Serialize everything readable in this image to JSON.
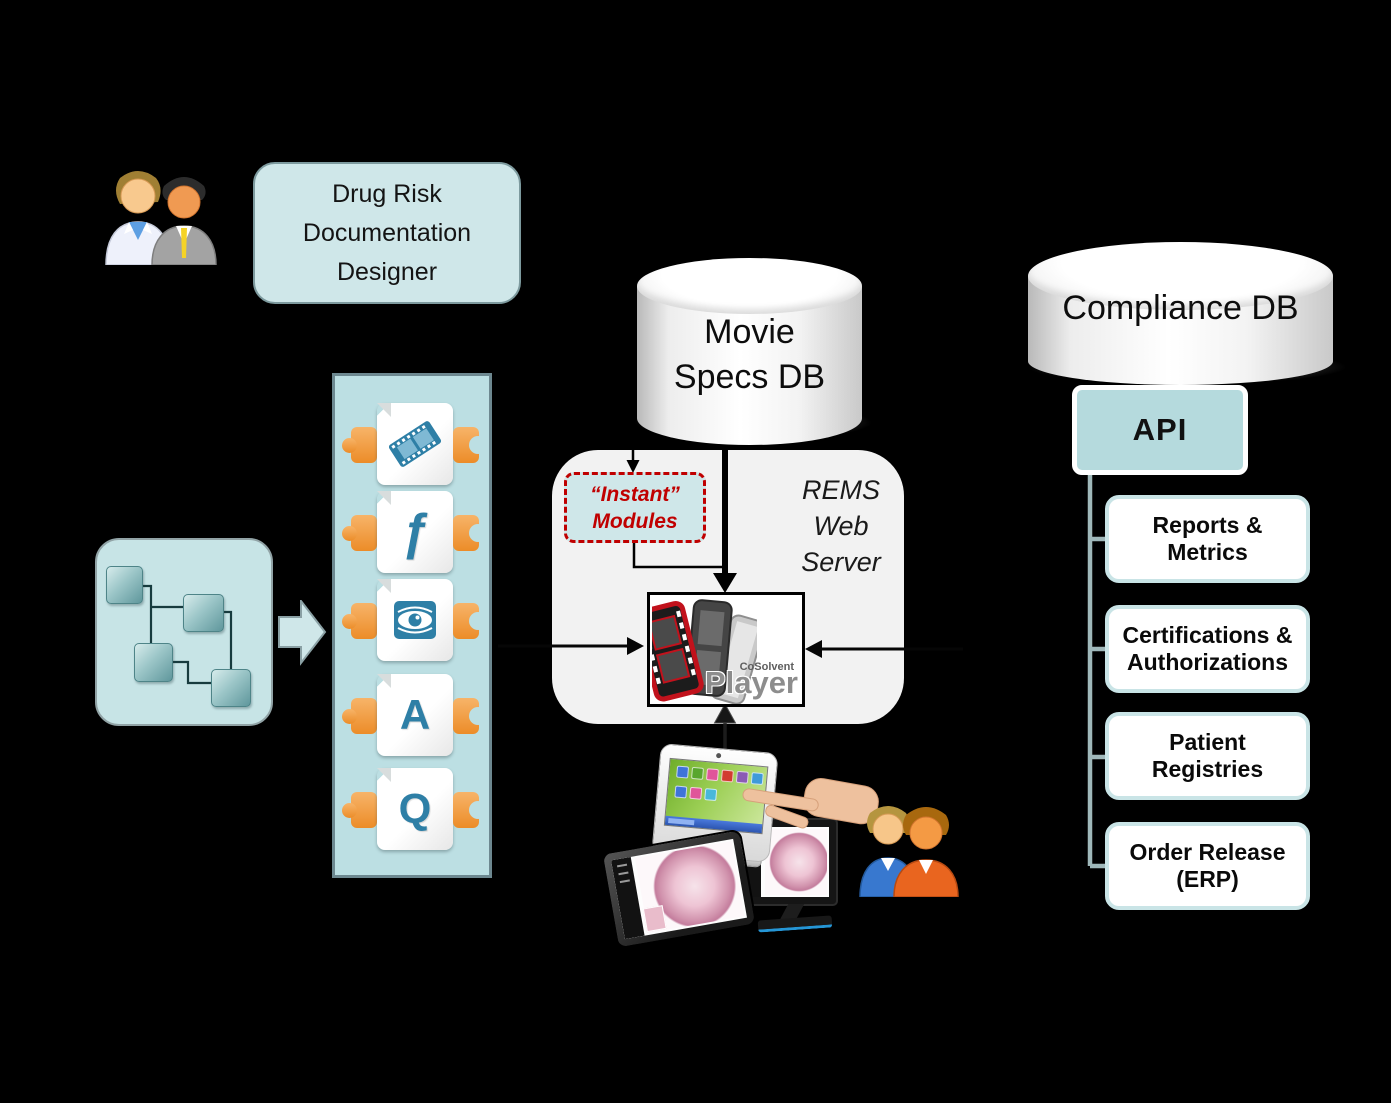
{
  "drug_risk_box": {
    "lines": [
      "Drug Risk",
      "Documentation",
      "Designer"
    ]
  },
  "movie_db": {
    "lines": [
      "Movie",
      "Specs DB"
    ]
  },
  "compliance_db": {
    "label": "Compliance DB"
  },
  "api_box": {
    "label": "API"
  },
  "rems_server": {
    "lines": [
      "REMS",
      "Web",
      "Server"
    ]
  },
  "instant_modules": {
    "lines": [
      "“Instant”",
      "Modules"
    ]
  },
  "player": {
    "brand": "CoSolvent",
    "name": "Player"
  },
  "module_strip": {
    "items": [
      {
        "name": "movie-module"
      },
      {
        "name": "flash-module",
        "glyph": "ƒ"
      },
      {
        "name": "preview-module"
      },
      {
        "name": "text-module",
        "glyph": "A"
      },
      {
        "name": "quiz-module",
        "glyph": "Q"
      }
    ]
  },
  "compliance_children": [
    {
      "lines": [
        "Reports &",
        "Metrics"
      ]
    },
    {
      "lines": [
        "Certifications &",
        "Authorizations"
      ]
    },
    {
      "lines": [
        "Patient",
        "Registries"
      ]
    },
    {
      "lines": [
        "Order Release",
        "(ERP)"
      ]
    }
  ],
  "colors": {
    "panel_teal": "#cfe7e9",
    "strip_teal": "#bcdfe3",
    "accent_red": "#c00000",
    "api_teal": "#b5dadd",
    "connector_gray": "#9fb8ba",
    "rems_gray": "#f2f2f2",
    "puzzle_orange": "#ec8c28",
    "glyph_blue": "#2e7fa6"
  }
}
